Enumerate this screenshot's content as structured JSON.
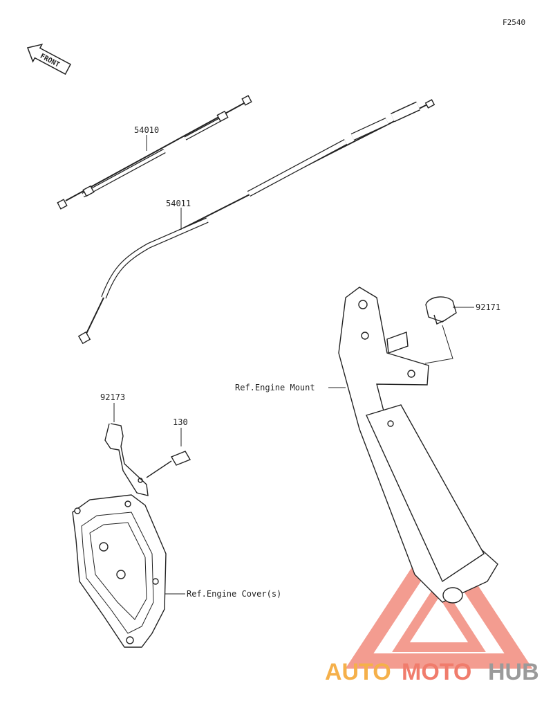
{
  "diagram_code": "F2540",
  "front_arrow_label": "FRONT",
  "parts": {
    "throttle_cable_a": "54010",
    "throttle_cable_b": "54011",
    "clamp": "92171",
    "bracket": "92173",
    "bolt": "130"
  },
  "references": {
    "engine_mount": "Ref.Engine Mount",
    "engine_cover": "Ref.Engine Cover(s)"
  },
  "watermark": {
    "part1": "AUTO",
    "part2": "MOTO",
    "part3": "HUB",
    "color_primary": "#f07c6c",
    "color_secondary": "#f5b04a",
    "color_tertiary": "#9a9a9a"
  }
}
